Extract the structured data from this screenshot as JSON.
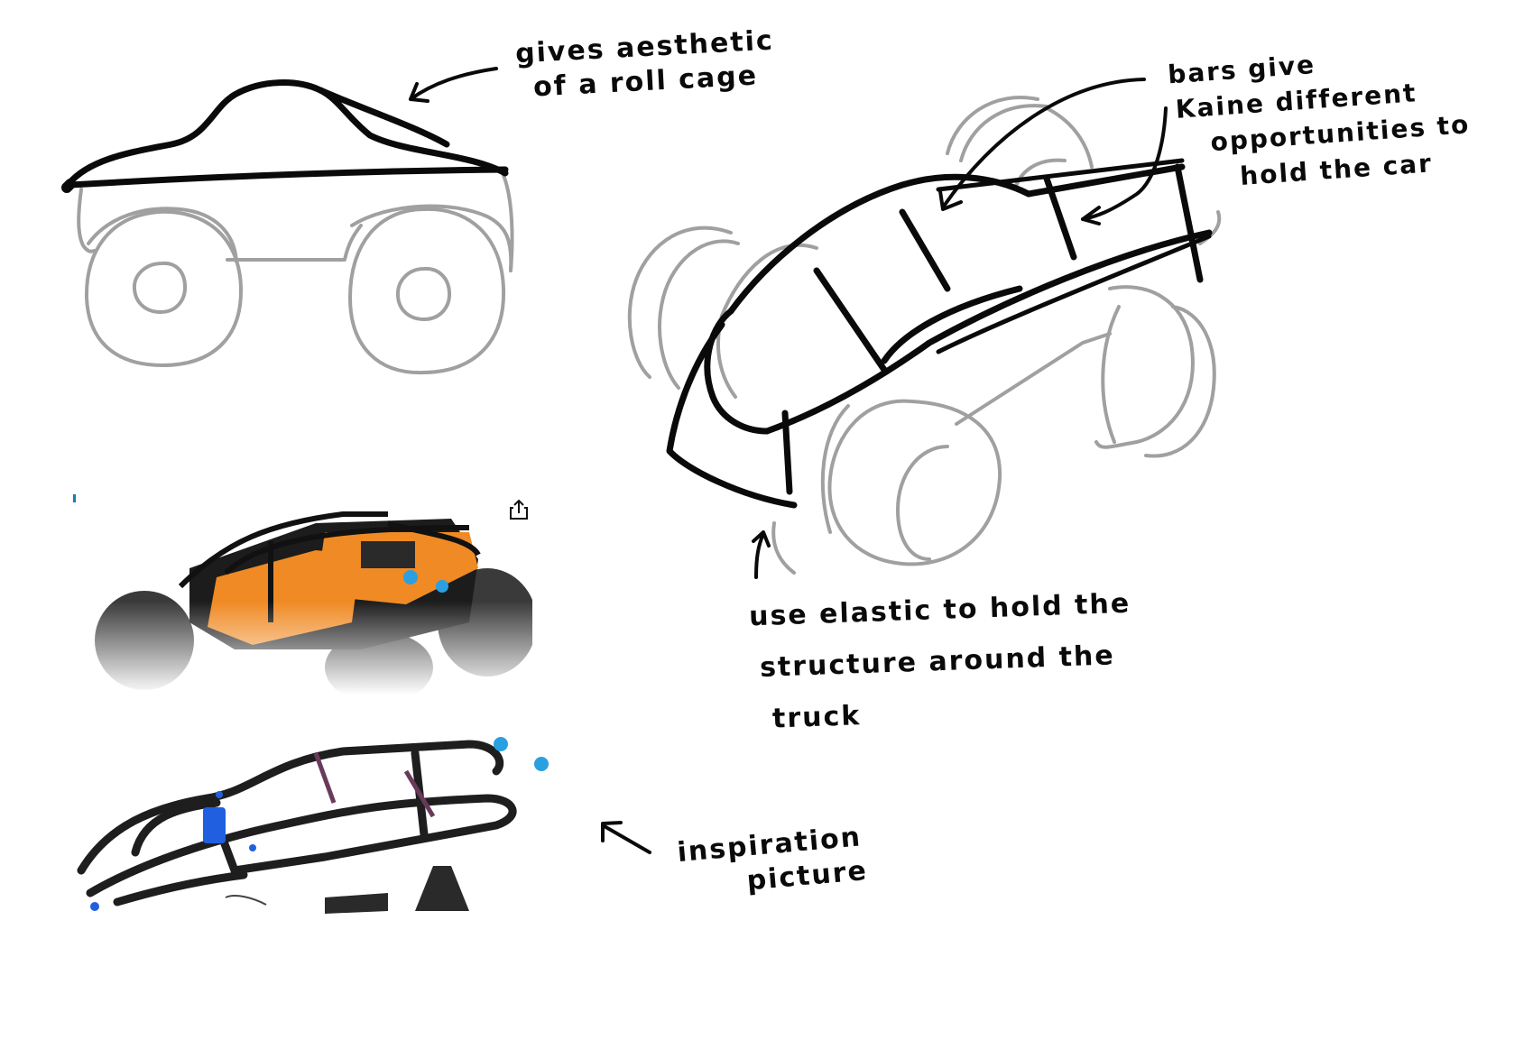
{
  "page": {
    "title": "Roll cage design sketches",
    "background": "#ffffff",
    "stroke_dark": "#0a0a0a",
    "stroke_light": "#a0a0a0"
  },
  "annotations": {
    "roll_cage": {
      "lines": [
        "gives aesthetic",
        "of a roll cage"
      ]
    },
    "bars": {
      "lines": [
        "bars give",
        "Kaine different",
        "opportunities to",
        "hold the car"
      ]
    },
    "elastic": {
      "lines": [
        "use elastic to hold the",
        "structure around the",
        "truck"
      ]
    },
    "inspiration": {
      "lines": [
        "inspiration",
        "picture"
      ]
    }
  },
  "sketches": [
    {
      "name": "side-view-sketch",
      "description": "Side view of truck with roll cage outline"
    },
    {
      "name": "perspective-sketch",
      "description": "3/4 perspective of truck with cage bars"
    }
  ],
  "photos": [
    {
      "name": "orange-truck-photo",
      "colors": {
        "body": "#f08a24",
        "cage": "#1c1c1c",
        "accent": "#2aa0e0",
        "tire": "#3a3a3a"
      }
    },
    {
      "name": "cage-kit-photo",
      "colors": {
        "frame": "#1e1e1e",
        "bolt": "#2060e0",
        "rod": "#6a3a5a"
      }
    }
  ],
  "icons": {
    "share": "share-icon"
  }
}
